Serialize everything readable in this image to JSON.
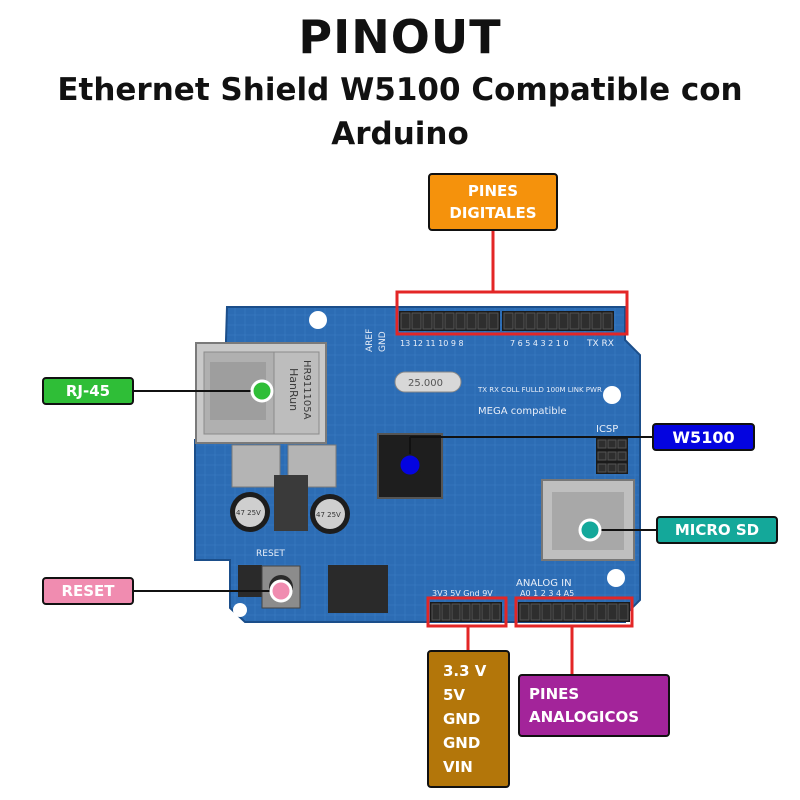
{
  "title": "PINOUT",
  "subtitle": "Ethernet Shield W5100 Compatible con Arduino",
  "colors": {
    "board": "#2c6cb4",
    "orange": "#f5920c",
    "green": "#2fbe37",
    "blue": "#0404e0",
    "teal": "#14a89a",
    "pink": "#f08cb0",
    "brown": "#b3760a",
    "purple": "#a3249a",
    "highlight": "#e32626"
  },
  "labels": {
    "digital": "PINES DIGITALES",
    "rj45": "RJ-45",
    "w5100": "W5100",
    "microsd": "MICRO SD",
    "reset": "RESET",
    "power": [
      "3.3 V",
      "5V",
      "GND",
      "GND",
      "VIN"
    ],
    "analog": "PINES ANALOGICOS"
  },
  "board_text": {
    "aref": "AREF",
    "gnd": "GND",
    "tx_rx": "TX RX",
    "mega": "MEGA compatible",
    "icsp": "ICSP",
    "reset_silk": "RESET",
    "analog_in": "ANALOG IN",
    "power_silk": "3V3 5V Gnd 9V",
    "analog_pins": "A0 1 2 3 4 A5",
    "crystal": "25.000",
    "hanrun": "HanRun",
    "hanrun_code": "HR911105A",
    "cap": "47 25V",
    "hdr_l": "13 12 11 10 9 8",
    "hdr_r": "7 6 5 4 3 2 1 0",
    "leds": "TX RX COLL FULLD 100M LINK PWR"
  }
}
